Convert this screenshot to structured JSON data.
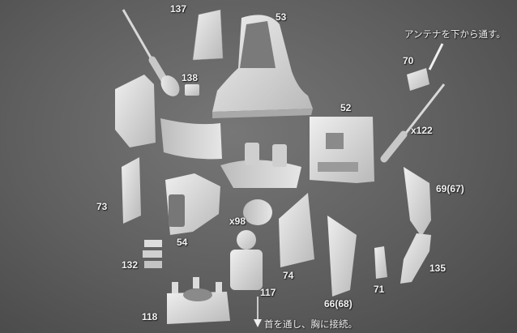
{
  "labels": {
    "p137": "137",
    "p53": "53",
    "p138": "138",
    "p70": "70",
    "p52": "52",
    "p122": "x122",
    "p69": "69(67)",
    "p73": "73",
    "p98": "x98",
    "p54": "54",
    "p132": "132",
    "p74": "74",
    "p117": "117",
    "p66": "66(68)",
    "p71": "71",
    "p135": "135",
    "p118": "118"
  },
  "notes": {
    "antenna": "アンテナを下から通す。",
    "neck": "首を通し、胸に接続。"
  }
}
